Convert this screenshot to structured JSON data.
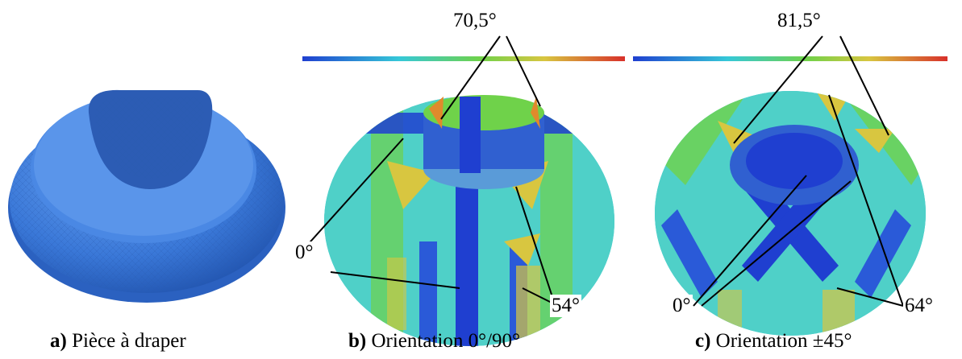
{
  "panels": [
    {
      "caption_letter": "a)",
      "caption_text": " Pièce à draper"
    },
    {
      "caption_letter": "b)",
      "caption_text": " Orientation 0°/90°",
      "labels": [
        "70,5°",
        "0°",
        "54°"
      ]
    },
    {
      "caption_letter": "c)",
      "caption_text": " Orientation ±45°",
      "labels": [
        "81,5°",
        "0°",
        "64°"
      ]
    }
  ],
  "colors": {
    "part_blue": "#3a78d8",
    "map_blue": "#1f3fd0",
    "map_cyan": "#35c8d8",
    "map_green": "#6fd24a",
    "map_yellow": "#d8c640",
    "map_orange": "#e08a2c",
    "map_red": "#d8302a"
  }
}
